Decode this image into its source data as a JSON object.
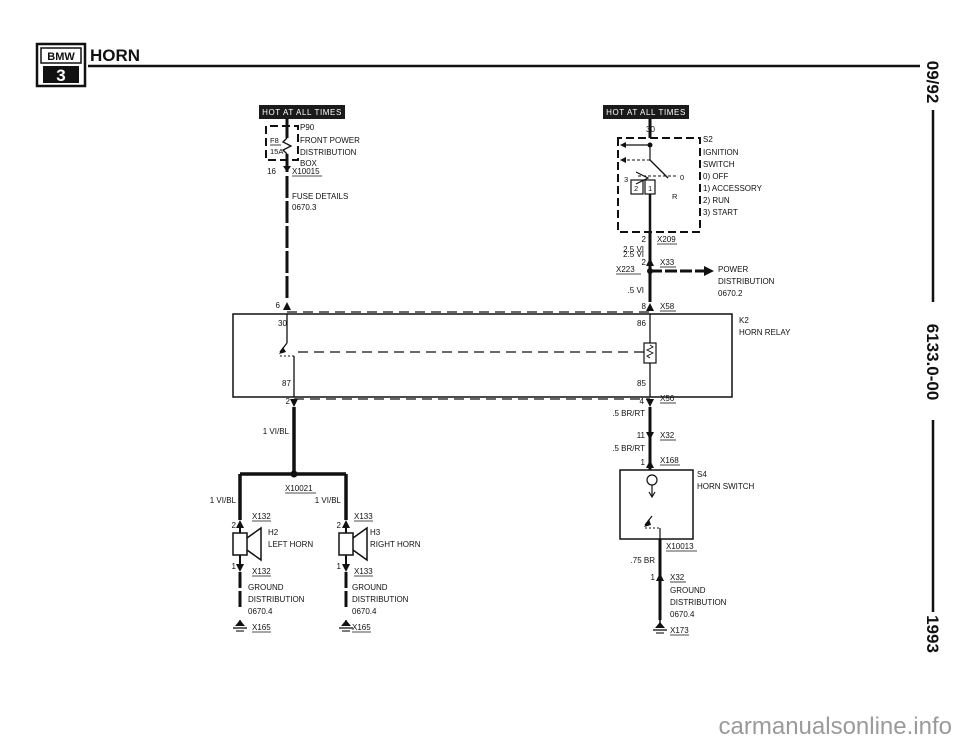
{
  "header": {
    "logo_top": "BMW",
    "logo_bottom": "3",
    "title": "HORN"
  },
  "side": {
    "date": "09/92",
    "doc_number": "6133.0-00",
    "year": "1993"
  },
  "banners": {
    "left": "HOT AT ALL TIMES",
    "right": "HOT AT ALL TIMES"
  },
  "fuse_box": {
    "id": "P90",
    "line1": "FRONT POWER",
    "line2": "DISTRIBUTION",
    "line3": "BOX",
    "fuse": "F8",
    "amp": "15A",
    "pin": "16",
    "connector": "X10015",
    "details1": "FUSE DETAILS",
    "details2": "0670.3",
    "pin_bottom": "6"
  },
  "ignition": {
    "pin_top": "30",
    "id": "S2",
    "line1": "IGNITION",
    "line2": "SWITCH",
    "pos0": "0)  OFF",
    "pos1": "1)  ACCESSORY",
    "pos2": "2)  RUN",
    "pos3": "3)  START",
    "mark3": "3",
    "mark2": "2",
    "mark1": "1",
    "mark0": "0",
    "markR": "R",
    "pin2a": "2",
    "conn1": "X209",
    "wire1": "2.5 VI",
    "pin2b": "2",
    "conn2": "X33",
    "wire2": "2.5 VI",
    "splice": "X223",
    "power1": "POWER",
    "power2": "DISTRIBUTION",
    "power3": "0670.2",
    "wire3": ".5 VI",
    "pin8": "8",
    "conn3": "X58"
  },
  "relay": {
    "id": "K2",
    "name": "HORN RELAY",
    "pin30": "30",
    "pin86": "86",
    "pin87": "87",
    "pin85": "85",
    "pin2": "2",
    "pin4": "4",
    "conn": "X56"
  },
  "horn_circuit": {
    "wire_main": "1 VI/BL",
    "splice": "X10021",
    "wire_left": "1 VI/BL",
    "wire_right": "1 VI/BL",
    "left_pin2": "2",
    "left_conn_top": "X132",
    "left_id": "H2",
    "left_name": "LEFT HORN",
    "left_pin1": "1",
    "left_conn_bot": "X132",
    "right_pin2": "2",
    "right_conn_top": "X133",
    "right_id": "H3",
    "right_name": "RIGHT HORN",
    "right_pin1": "1",
    "right_conn_bot": "X133",
    "gnd_left1": "GROUND",
    "gnd_left2": "DISTRIBUTION",
    "gnd_left3": "0670.4",
    "gnd_left_conn": "X165",
    "gnd_right1": "GROUND",
    "gnd_right2": "DISTRIBUTION",
    "gnd_right3": "0670.4",
    "gnd_right_conn": "X165"
  },
  "horn_switch": {
    "wire1": ".5 BR/RT",
    "pin11": "11",
    "conn1": "X32",
    "wire2": ".5 BR/RT",
    "pin1": "1",
    "conn2": "X168",
    "id": "S4",
    "name": "HORN SWITCH",
    "conn3": "X10013",
    "wire3": ".75 BR",
    "pin1b": "1",
    "conn4": "X32",
    "gnd1": "GROUND",
    "gnd2": "DISTRIBUTION",
    "gnd3": "0670.4",
    "gnd_conn": "X173"
  },
  "watermark": "carmanualsonline.info",
  "colors": {
    "ink": "#111111",
    "banner_bg": "#1a1a1a",
    "watermark": "#9a9a9a"
  }
}
